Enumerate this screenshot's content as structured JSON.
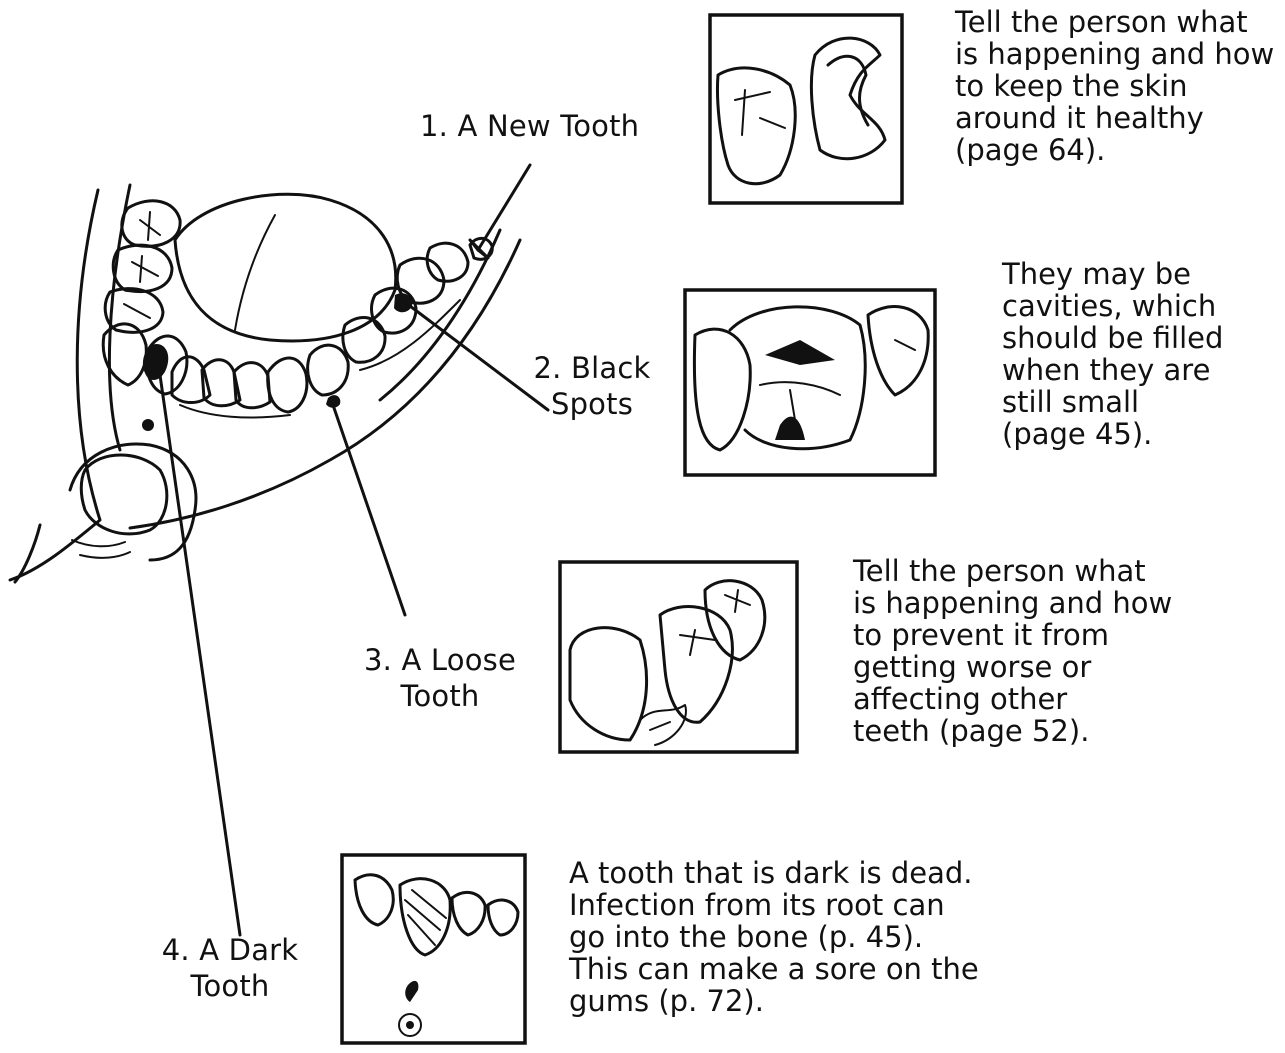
{
  "labels": {
    "new_tooth": [
      "1. A New Tooth"
    ],
    "black_spots": [
      "2. Black",
      "Spots"
    ],
    "loose_tooth": [
      "3. A Loose",
      "Tooth"
    ],
    "dark_tooth": [
      "4. A Dark",
      "Tooth"
    ]
  },
  "notes": {
    "new_tooth": [
      "Tell the person what",
      "is happening and how",
      "to keep the skin",
      "around it healthy",
      "(page 64)."
    ],
    "black_spots": [
      "They may be",
      "cavities, which",
      "should be filled",
      "when they are",
      "still small",
      "(page 45)."
    ],
    "loose_tooth": [
      "Tell the person what",
      "is happening and how",
      "to prevent it from",
      "getting worse or",
      "affecting other",
      "teeth (page 52)."
    ],
    "dark_tooth": [
      "A tooth that is dark is dead.",
      "Infection from its root can",
      "go into the bone (p. 45).",
      "This can make a sore on the",
      "gums (p. 72)."
    ]
  }
}
